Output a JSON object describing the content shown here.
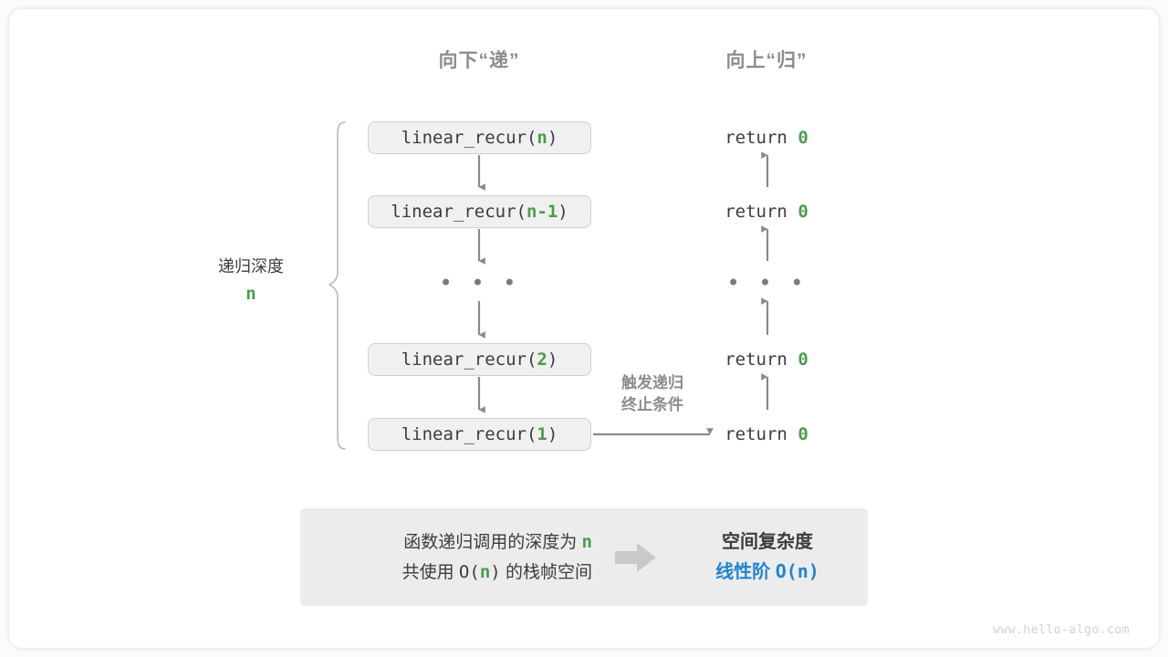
{
  "headers": {
    "down": "向下“递”",
    "up": "向上“归”"
  },
  "call_stack": [
    {
      "prefix": "linear_recur(",
      "arg": "n",
      "suffix": ")"
    },
    {
      "prefix": "linear_recur(",
      "arg": "n-1",
      "suffix": ")"
    },
    {
      "prefix": "linear_recur(",
      "arg": "2",
      "suffix": ")"
    },
    {
      "prefix": "linear_recur(",
      "arg": "1",
      "suffix": ")"
    }
  ],
  "returns": [
    {
      "keyword": "return ",
      "value": "0"
    },
    {
      "keyword": "return ",
      "value": "0"
    },
    {
      "keyword": "return ",
      "value": "0"
    },
    {
      "keyword": "return ",
      "value": "0"
    }
  ],
  "ellipsis": "• • •",
  "depth": {
    "label": "递归深度",
    "value": "n"
  },
  "terminate_note": {
    "line1": "触发递归",
    "line2": "终止条件"
  },
  "summary": {
    "left_line1_text": "函数递归调用的深度为 ",
    "left_line1_hl": "n",
    "left_line2_a": "共使用 ",
    "left_line2_mono": "O(",
    "left_line2_hl": "n",
    "left_line2_mono2": ")",
    "left_line2_b": " 的栈帧空间",
    "arrow_icon": "block-arrow-right-icon",
    "right_title": "空间复杂度",
    "right_value_label": "线性阶 ",
    "right_value_mono": "O(n)"
  },
  "watermark": "www.hello-algo.com",
  "colors": {
    "green": "#4a9c4a",
    "blue": "#1f84d0",
    "gray_text": "#8c8c8c",
    "box_bg": "#f0f0f0",
    "box_border": "#cfcfcf",
    "panel_bg": "#ececec",
    "arrow": "#8a8a8a"
  }
}
